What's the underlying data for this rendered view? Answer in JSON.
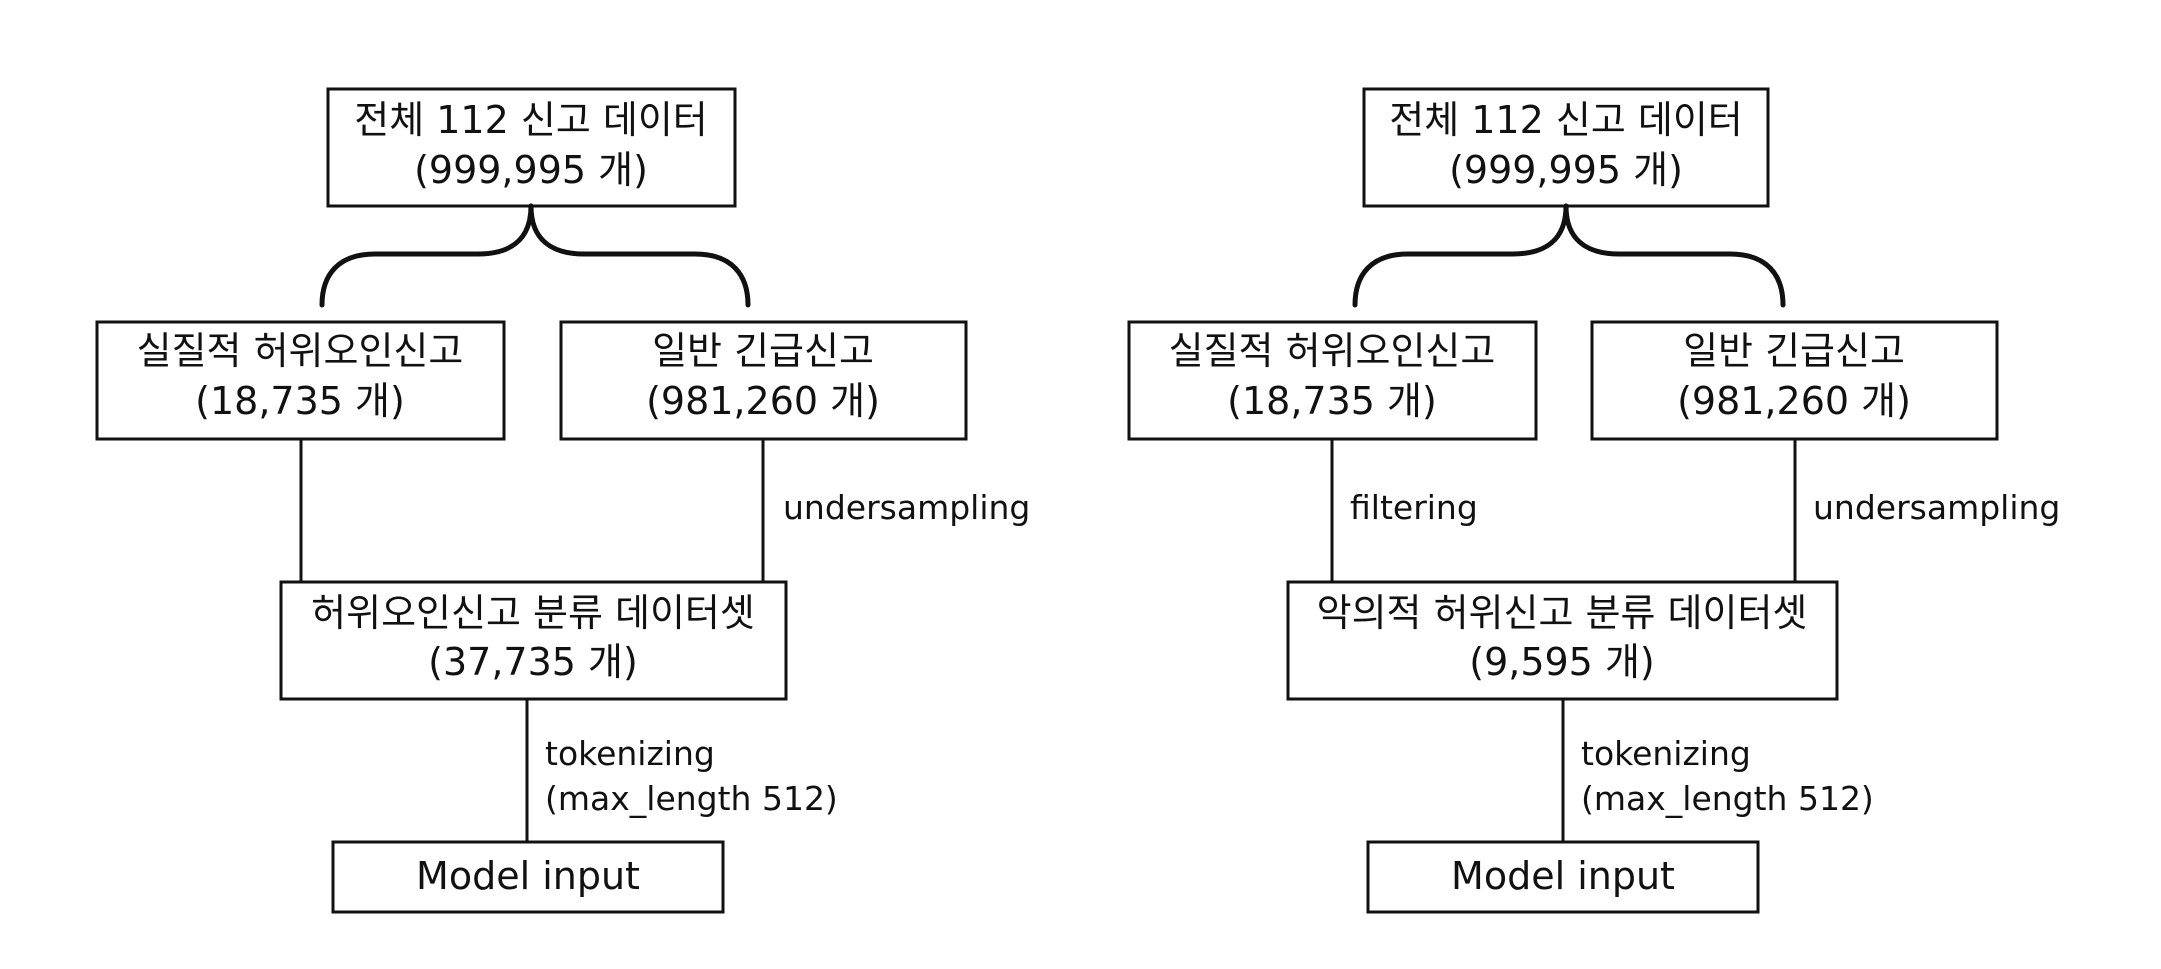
{
  "flows": [
    {
      "top_box": {
        "line1": "전체 112 신고 데이터",
        "line2": "(999,995 개)"
      },
      "left_box": {
        "line1": "실질적 허위오인신고",
        "line2": "(18,735 개)"
      },
      "right_box": {
        "line1": "일반 긴급신고",
        "line2": "(981,260 개)"
      },
      "left_edge_label": "",
      "right_edge_label": "undersampling",
      "dataset_box": {
        "line1": "허위오인신고 분류 데이터셋",
        "line2": "(37,735 개)"
      },
      "token_label": {
        "line1": "tokenizing",
        "line2": "(max_length 512)"
      },
      "model_box": {
        "label": "Model input"
      }
    },
    {
      "top_box": {
        "line1": "전체 112 신고 데이터",
        "line2": "(999,995 개)"
      },
      "left_box": {
        "line1": "실질적 허위오인신고",
        "line2": "(18,735 개)"
      },
      "right_box": {
        "line1": "일반 긴급신고",
        "line2": "(981,260 개)"
      },
      "left_edge_label": "filtering",
      "right_edge_label": "undersampling",
      "dataset_box": {
        "line1": "악의적 허위신고 분류 데이터셋",
        "line2": "(9,595 개)"
      },
      "token_label": {
        "line1": "tokenizing",
        "line2": "(max_length 512)"
      },
      "model_box": {
        "label": "Model input"
      }
    }
  ]
}
